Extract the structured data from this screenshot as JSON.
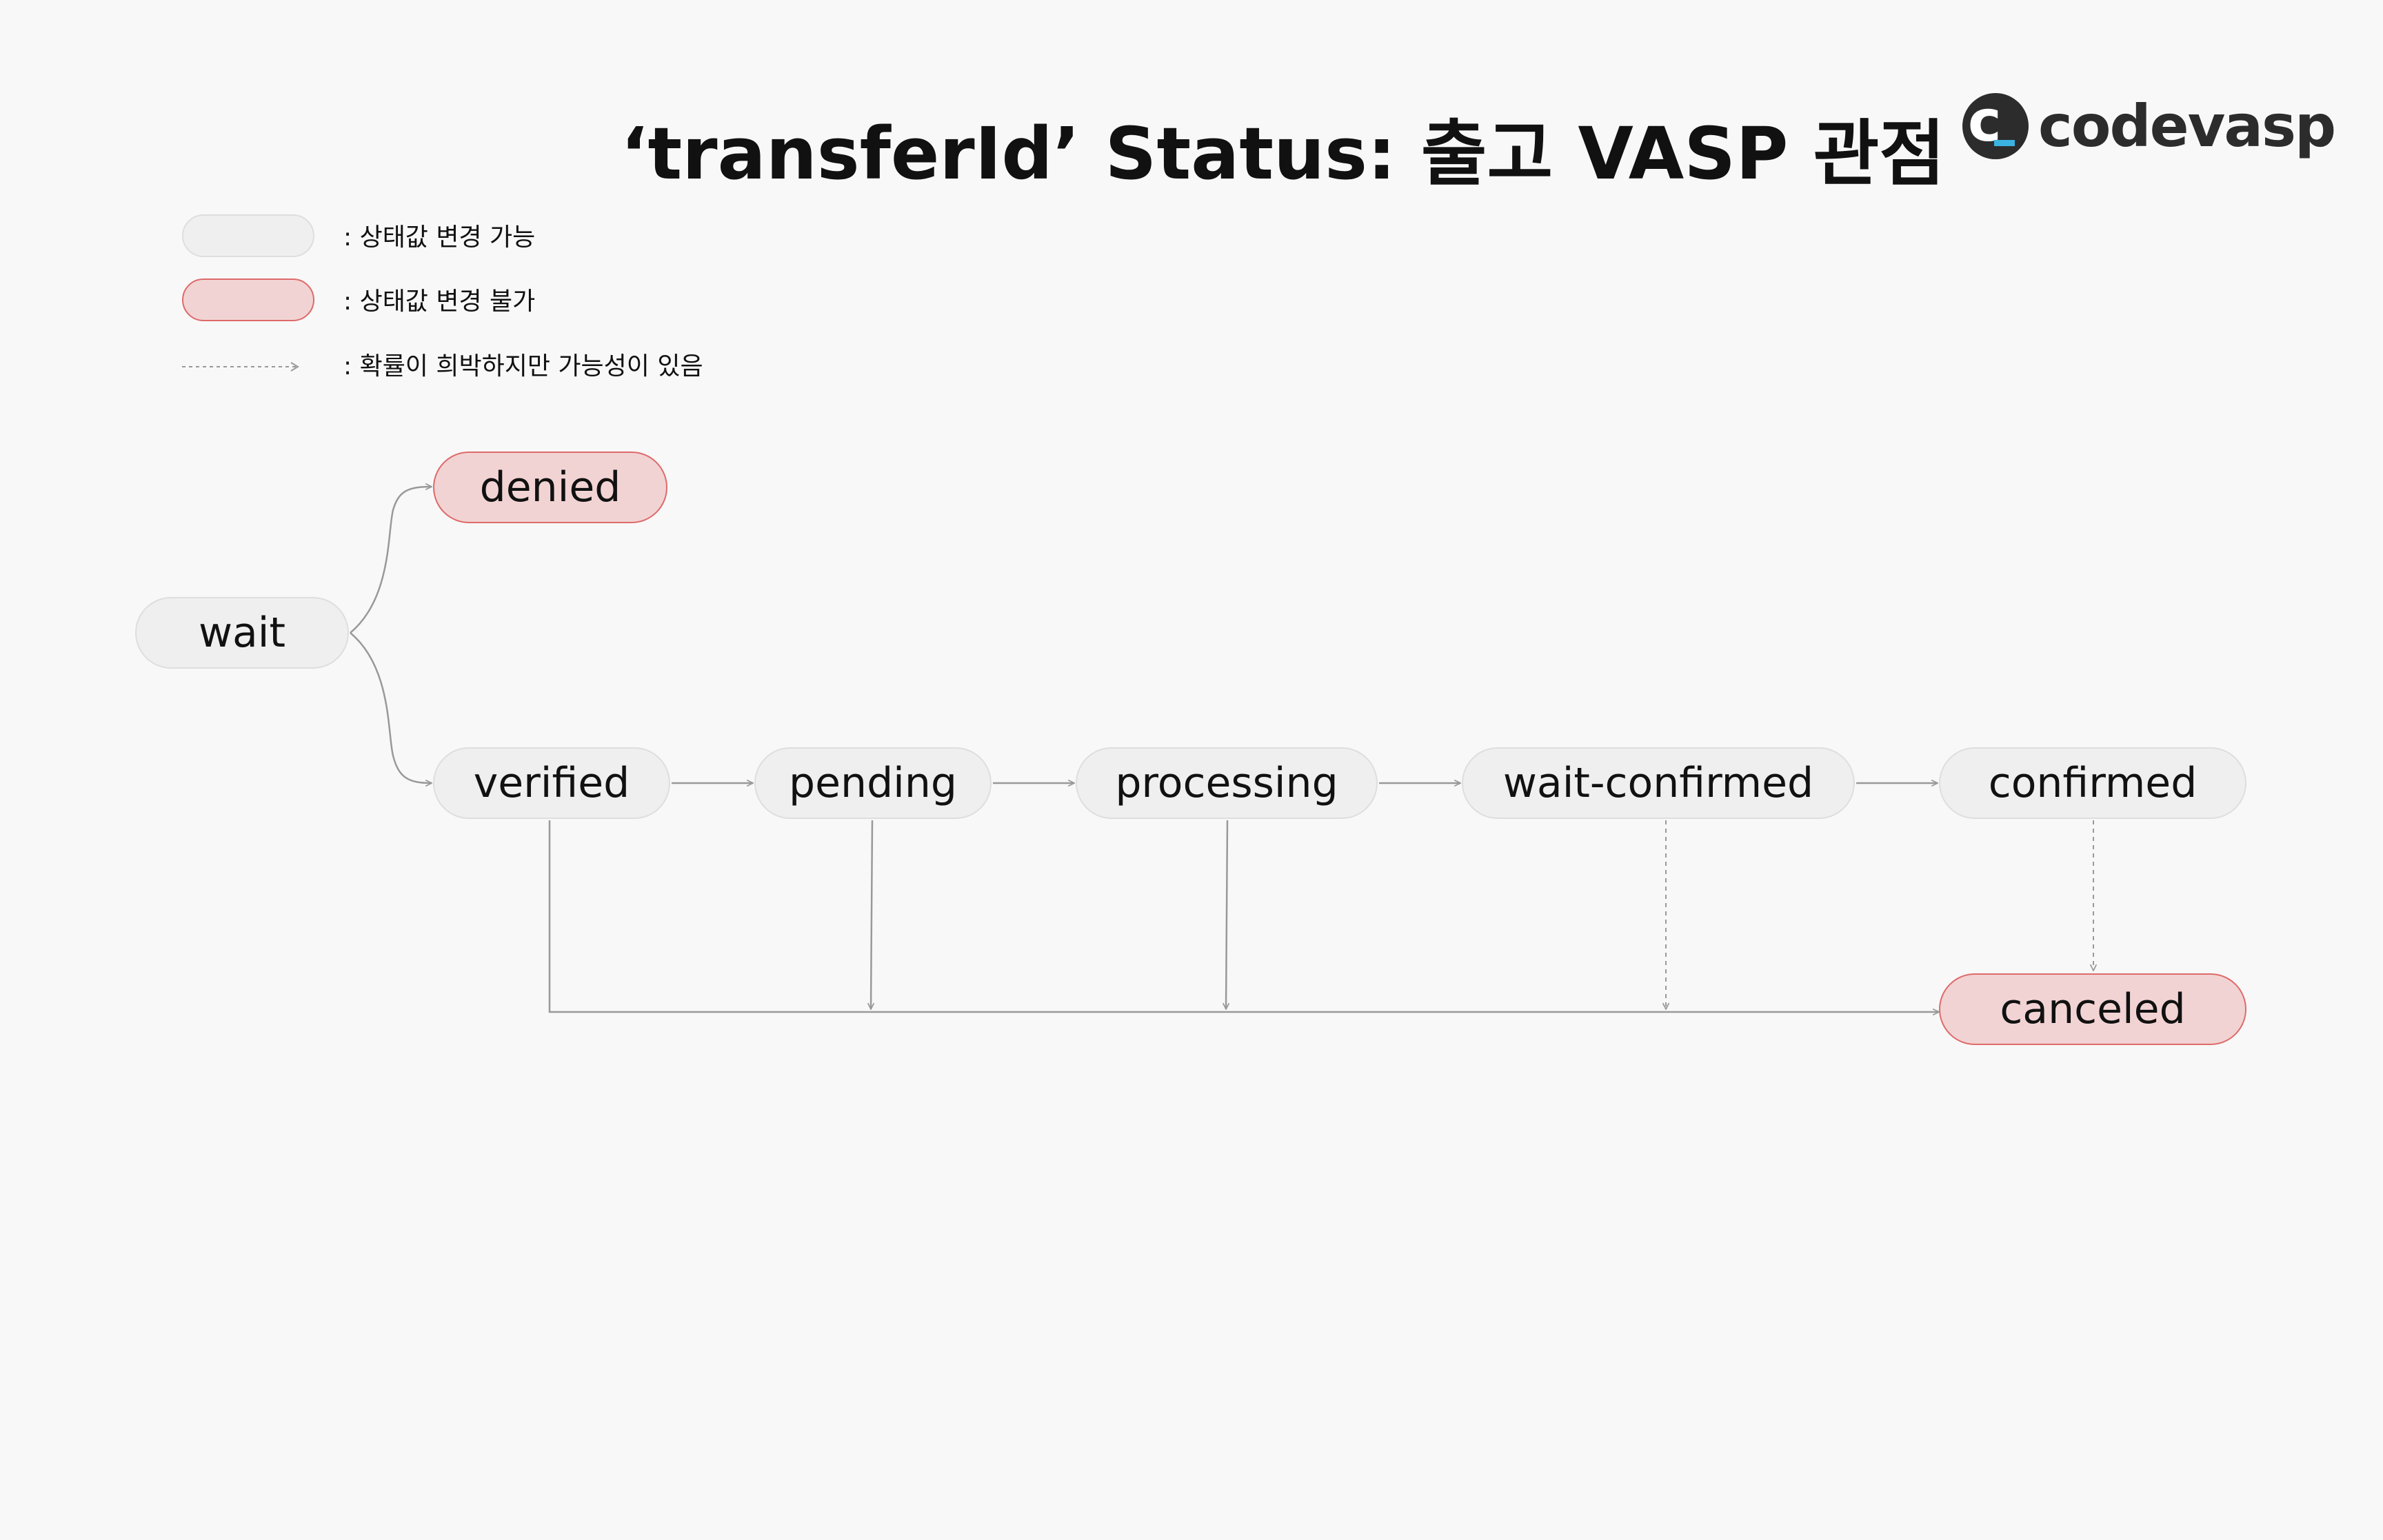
{
  "title": "‘transferId’ Status: 출고 VASP 관점",
  "logo": {
    "mark": "c",
    "text": "codevasp"
  },
  "legend": {
    "changeable": ": 상태값 변경 가능",
    "final": ": 상태값 변경 불가",
    "unlikely": ": 확률이 희박하지만 가능성이 있음"
  },
  "nodes": {
    "wait": "wait",
    "denied": "denied",
    "verified": "verified",
    "pending": "pending",
    "processing": "processing",
    "wait_confirmed": "wait-confirmed",
    "confirmed": "confirmed",
    "canceled": "canceled"
  },
  "colors": {
    "background": "#f8f8f8",
    "changeable_fill": "#efefef",
    "changeable_border": "#dedede",
    "final_fill": "#f2d3d3",
    "final_border": "#de6a6a",
    "edge": "#999999",
    "logo_accent": "#3bb3e0"
  }
}
